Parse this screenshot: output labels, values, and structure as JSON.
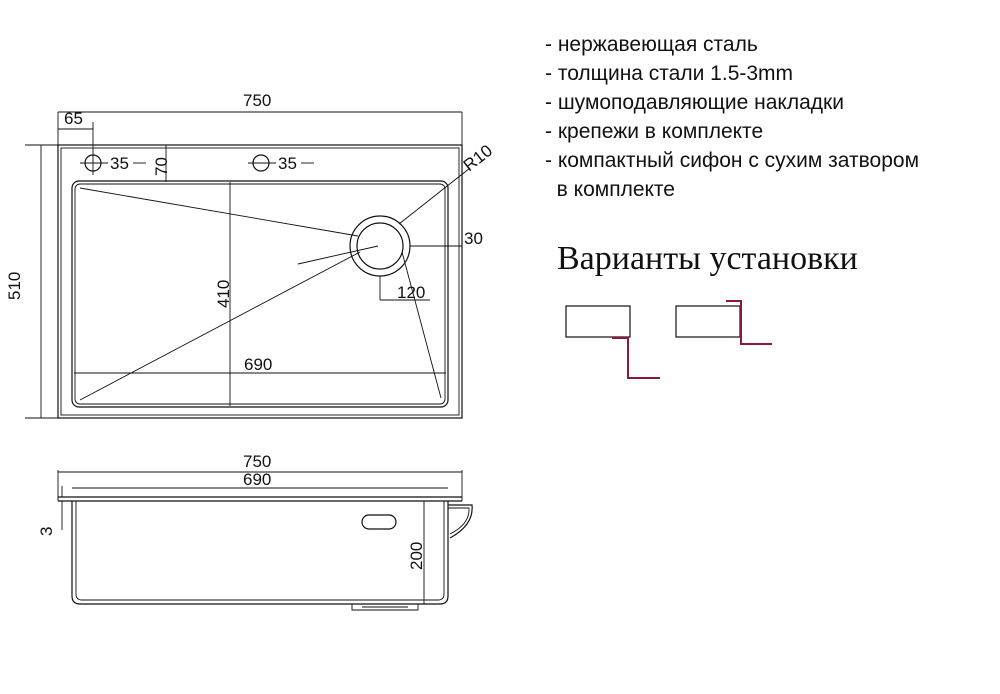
{
  "features": [
    "- нержавеющая сталь",
    "- толщина стали 1.5-3mm",
    "- шумоподавляющие накладки",
    "- крепежи в комплекте",
    "- компактный сифон с сухим затвором",
    "  в комплекте"
  ],
  "install_title": "Варианты установки",
  "top_view": {
    "width_label": "750",
    "height_label": "510",
    "hole_offset_label": "65",
    "hole_1_label": "35",
    "hole_2_label": "35",
    "edge_label": "70",
    "radius_label": "R10",
    "drain_offset_label": "30",
    "bowl_depth_label": "410",
    "drain_label": "120",
    "bowl_width_label": "690"
  },
  "side_view": {
    "width_label": "750",
    "inner_width_label": "690",
    "thickness_label": "3",
    "depth_label": "200"
  },
  "colors": {
    "line": "#111111",
    "install_line": "#8b1a3a",
    "hatch_fill": "#f2f2f2"
  }
}
